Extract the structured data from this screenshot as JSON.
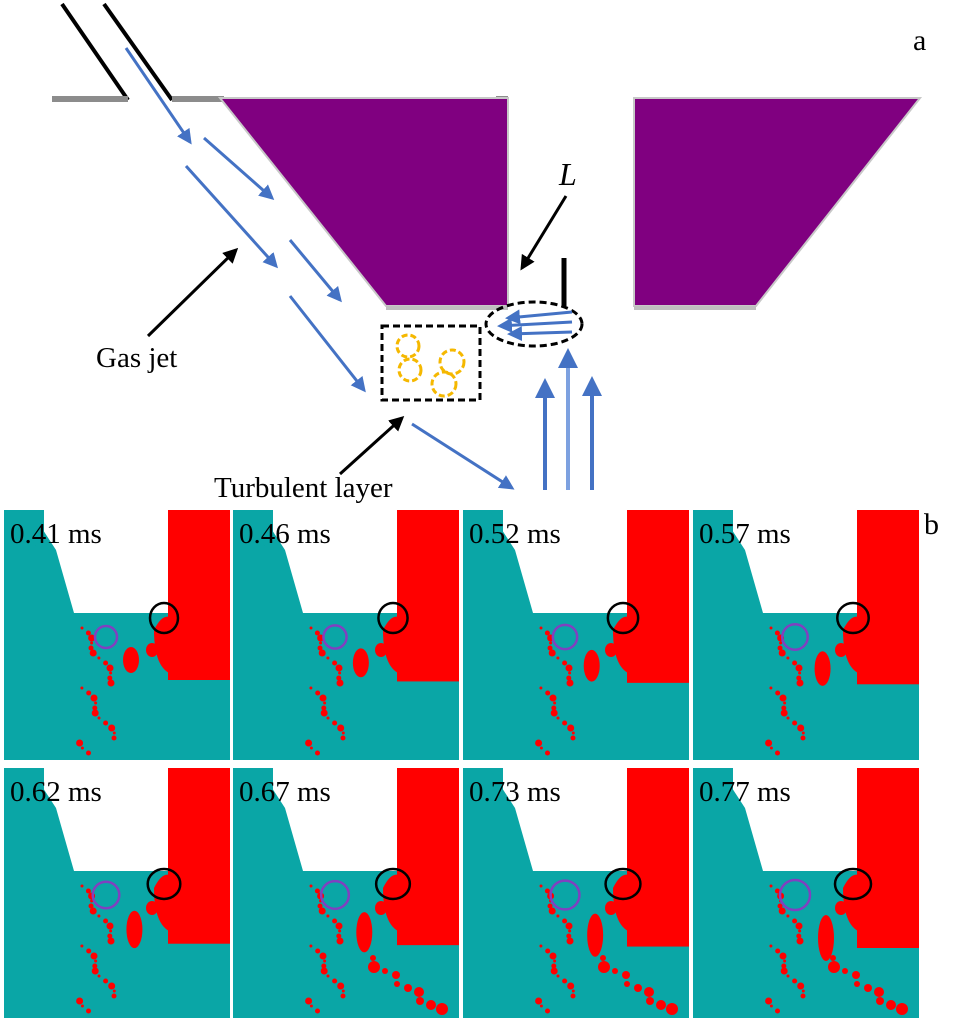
{
  "panel_labels": {
    "a": "a",
    "b": "b"
  },
  "annotations": {
    "L": "L",
    "gas_jet": "Gas jet",
    "turbulent_layer": "Turbulent layer"
  },
  "colors": {
    "nozzle_body": "#800080",
    "flow_arrow": "#4472c4",
    "vortex": "#f5b800",
    "liquid_metal": "#ff0000",
    "gas_phase": "#0aa6a6",
    "gas_circle": "#8040c0",
    "liquid_circle": "#000000"
  },
  "frames": [
    {
      "time": "0.41 ms"
    },
    {
      "time": "0.46 ms"
    },
    {
      "time": "0.52 ms"
    },
    {
      "time": "0.57 ms"
    },
    {
      "time": "0.62 ms"
    },
    {
      "time": "0.67 ms"
    },
    {
      "time": "0.73 ms"
    },
    {
      "time": "0.77 ms"
    }
  ]
}
